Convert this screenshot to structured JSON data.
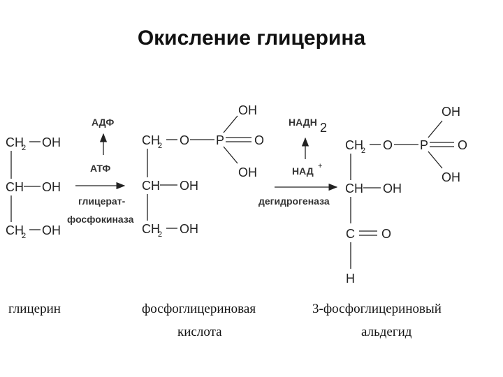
{
  "title": "Окисление глицерина",
  "glycerol": {
    "row1_c": "CH",
    "row1_sub": "2",
    "row1_oh": "OH",
    "row2_c": "CH",
    "row2_oh": "OH",
    "row3_c": "CH",
    "row3_sub": "2",
    "row3_oh": "OH",
    "caption": "глицерин"
  },
  "reaction1": {
    "adp": "АДФ",
    "atp": "АТФ",
    "enzyme_line1": "глицерат-",
    "enzyme_line2": "фосфокиназа"
  },
  "phosphoglyceric": {
    "row1_c": "CH",
    "row1_sub": "2",
    "row1_o": "O",
    "p": "P",
    "p_oh_top": "OH",
    "p_o": "O",
    "p_oh_bottom": "OH",
    "row2_c": "CH",
    "row2_oh": "OH",
    "row3_c": "CH",
    "row3_sub": "2",
    "row3_oh": "OH",
    "caption_line1": "фосфоглицериновая",
    "caption_line2": "кислота"
  },
  "reaction2": {
    "nadh": "НАДН",
    "nadh_sub": "2",
    "nad": "НАД",
    "nad_sup": "+",
    "enzyme": "дегидрогеназа"
  },
  "aldehyde": {
    "row1_c": "CH",
    "row1_sub": "2",
    "row1_o": "O",
    "p": "P",
    "p_oh_top": "OH",
    "p_o": "O",
    "p_oh_bottom": "OH",
    "row2_c": "CH",
    "row2_oh": "OH",
    "row3_c": "C",
    "row3_o": "O",
    "h": "H",
    "caption_line1": "3-фосфоглицериновый",
    "caption_line2": "альдегид"
  }
}
